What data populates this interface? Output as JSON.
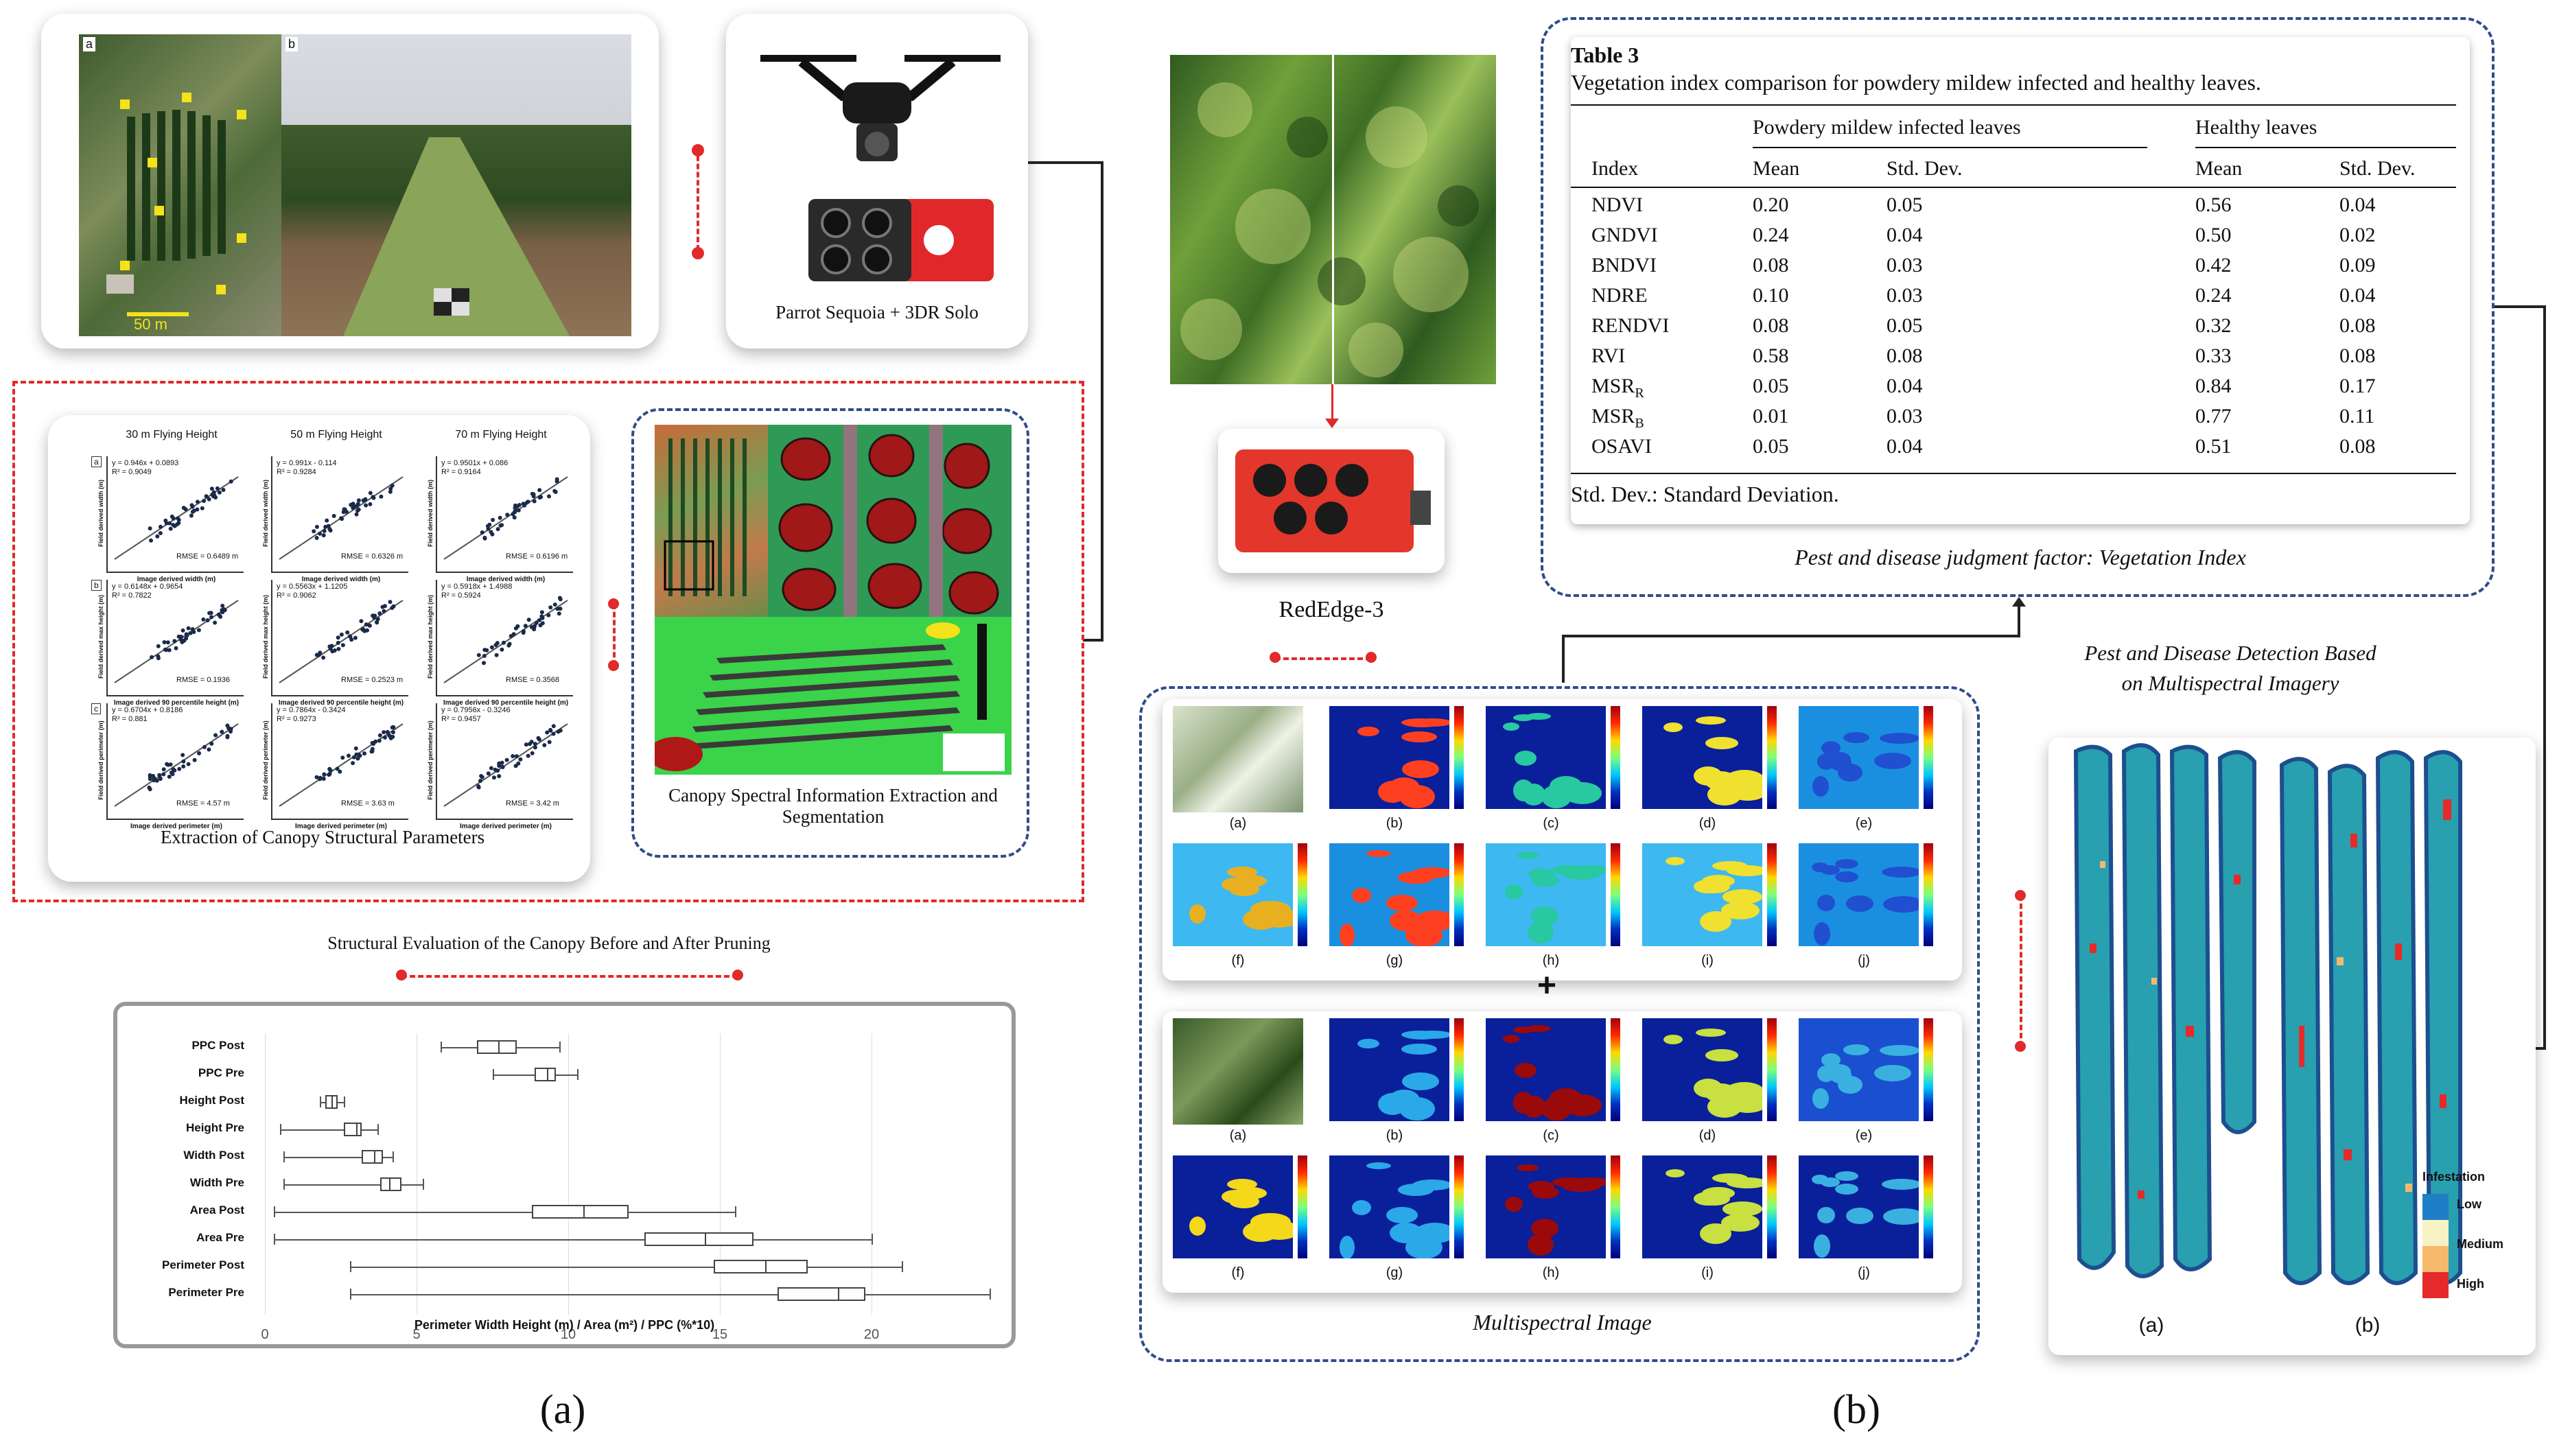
{
  "panel_a": {
    "site_images": {
      "label_a": "a",
      "label_b": "b",
      "scale": "50 m"
    },
    "drone_caption": "Parrot Sequoia + 3DR Solo",
    "scatter_titles": [
      "30 m Flying Height",
      "50 m Flying Height",
      "70 m Flying Height"
    ],
    "scatter_row_labels": [
      "a",
      "b",
      "c"
    ],
    "scatter_equations": [
      [
        "y = 0.946x + 0.0893\nR² = 0.9049",
        "y = 0.991x - 0.114\nR² = 0.9284",
        "y = 0.9501x + 0.086\nR² = 0.9164"
      ],
      [
        "y = 0.6148x + 0.9654\nR² = 0.7822",
        "y = 0.5563x + 1.1205\nR² = 0.9062",
        "y = 0.5918x + 1.4988\nR² = 0.5924"
      ],
      [
        "y = 0.6704x + 0.8186\nR² = 0.881",
        "y = 0.7864x - 0.3424\nR² = 0.9273",
        "y = 0.7956x - 0.3246\nR² = 0.9457"
      ]
    ],
    "scatter_rmse": [
      [
        "RMSE = 0.6489 m",
        "RMSE = 0.6326 m",
        "RMSE = 0.6196 m"
      ],
      [
        "RMSE = 0.1936",
        "RMSE = 0.2523 m",
        "RMSE = 0.3568"
      ],
      [
        "RMSE = 4.57 m",
        "RMSE = 3.63 m",
        "RMSE = 3.42 m"
      ]
    ],
    "scatter_xlabels": [
      "Image derived width (m)",
      "Image derived 90 percentile height (m)",
      "Image derived perimeter (m)"
    ],
    "scatter_ylabels": [
      "Field derived width (m)",
      "Field derived max height (m)",
      "Field derived perimeter (m)"
    ],
    "structural_caption": "Extraction of Canopy Structural Parameters",
    "spectral_caption": "Canopy Spectral Information Extraction and Segmentation",
    "boxplot_title": "Structural Evaluation of the Canopy Before and After Pruning",
    "panel_label": "(a)"
  },
  "chart_data": {
    "type": "box",
    "xlabel": "Perimeter Width Height (m) / Area (m²) / PPC (%*10)",
    "xlim": [
      0,
      25
    ],
    "xticks": [
      0,
      5,
      10,
      15,
      20
    ],
    "grid": true,
    "categories": [
      "PPC Post",
      "PPC Pre",
      "Height Post",
      "Height Pre",
      "Width Post",
      "Width Pre",
      "Area Post",
      "Area Pre",
      "Perimeter Post",
      "Perimeter Pre"
    ],
    "boxes": [
      {
        "min": 5.8,
        "q1": 7,
        "median": 7.7,
        "q3": 8.3,
        "max": 9.7
      },
      {
        "min": 7.5,
        "q1": 8.9,
        "median": 9.3,
        "q3": 9.6,
        "max": 10.3
      },
      {
        "min": 1.8,
        "q1": 2.0,
        "median": 2.2,
        "q3": 2.4,
        "max": 2.6
      },
      {
        "min": 0.5,
        "q1": 2.6,
        "median": 3.0,
        "q3": 3.2,
        "max": 3.7
      },
      {
        "min": 0.6,
        "q1": 3.2,
        "median": 3.6,
        "q3": 3.9,
        "max": 4.2
      },
      {
        "min": 0.6,
        "q1": 3.8,
        "median": 4.1,
        "q3": 4.5,
        "max": 5.2
      },
      {
        "min": 0.3,
        "q1": 8.8,
        "median": 10.5,
        "q3": 12,
        "max": 15.5
      },
      {
        "min": 0.3,
        "q1": 12.5,
        "median": 14.5,
        "q3": 16.1,
        "max": 20
      },
      {
        "min": 2.8,
        "q1": 14.8,
        "median": 16.5,
        "q3": 17.9,
        "max": 21
      },
      {
        "min": 2.8,
        "q1": 16.9,
        "median": 18.9,
        "q3": 19.8,
        "max": 23.9
      }
    ]
  },
  "panel_b": {
    "camera_label": "RedEdge-3",
    "table": {
      "caption_number": "Table 3",
      "caption": "Vegetation index comparison for powdery mildew infected and healthy leaves.",
      "group_infected": "Powdery mildew infected leaves",
      "group_healthy": "Healthy leaves",
      "columns": [
        "Index",
        "Mean",
        "Std. Dev.",
        "Mean",
        "Std. Dev."
      ],
      "rows": [
        [
          "NDVI",
          "0.20",
          "0.05",
          "0.56",
          "0.04"
        ],
        [
          "GNDVI",
          "0.24",
          "0.04",
          "0.50",
          "0.02"
        ],
        [
          "BNDVI",
          "0.08",
          "0.03",
          "0.42",
          "0.09"
        ],
        [
          "NDRE",
          "0.10",
          "0.03",
          "0.24",
          "0.04"
        ],
        [
          "RENDVI",
          "0.08",
          "0.05",
          "0.32",
          "0.08"
        ],
        [
          "RVI",
          "0.58",
          "0.08",
          "0.33",
          "0.08"
        ],
        [
          "MSRR",
          "0.05",
          "0.04",
          "0.84",
          "0.17"
        ],
        [
          "MSRB",
          "0.01",
          "0.03",
          "0.77",
          "0.11"
        ],
        [
          "OSAVI",
          "0.05",
          "0.04",
          "0.51",
          "0.08"
        ]
      ],
      "footnote": "Std. Dev.: Standard Deviation."
    },
    "table_caption": "Pest and disease judgment factor: Vegetation Index",
    "multispectral_caption": "Multispectral Image",
    "grid_labels": [
      "(a)",
      "(b)",
      "(c)",
      "(d)",
      "(e)",
      "(f)",
      "(g)",
      "(h)",
      "(i)",
      "(j)"
    ],
    "plus": "+",
    "detection_title": "Pest and Disease Detection Based on Multispectral Imagery",
    "infestation": {
      "title": "Infestation",
      "levels": [
        "Low",
        "Medium",
        "High"
      ],
      "colors": [
        "#1f7fc6",
        "#f7f2c6",
        "#f6b96b",
        "#e62a2a"
      ]
    },
    "map_labels": [
      "(a)",
      "(b)"
    ],
    "panel_label": "(b)"
  }
}
